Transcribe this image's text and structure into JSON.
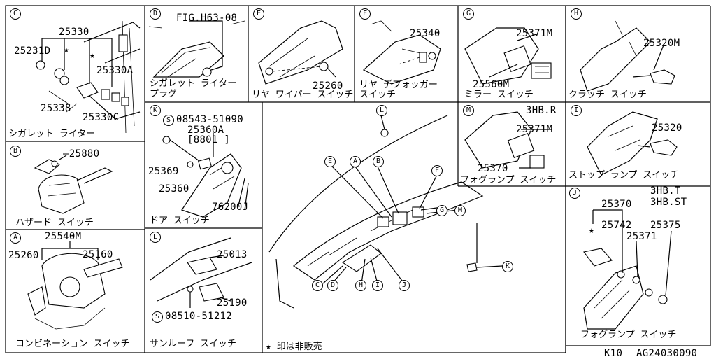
{
  "panels": {
    "C": {
      "letter": "C",
      "caption": "シガレット ライター",
      "parts": [
        "25330",
        "25231D",
        "25330A",
        "25338",
        "25330C"
      ]
    },
    "D": {
      "letter": "D",
      "ref": "FIG.H63-08",
      "caption1": "シガレット ライター",
      "caption2": "プラグ"
    },
    "E": {
      "letter": "E",
      "parts": [
        "25260"
      ],
      "caption": "リヤ ワイパー スイッチ"
    },
    "F": {
      "letter": "F",
      "parts": [
        "25340"
      ],
      "caption1": "リヤ デフォッガー",
      "caption2": "スイッチ"
    },
    "G": {
      "letter": "G",
      "parts": [
        "25371M",
        "25560M"
      ],
      "caption": "ミラー スイッチ"
    },
    "H": {
      "letter": "H",
      "parts": [
        "25320M"
      ],
      "caption": "クラッチ スイッチ"
    },
    "B": {
      "letter": "B",
      "parts": [
        "25880"
      ],
      "caption": "ハザード スイッチ"
    },
    "K": {
      "letter": "K",
      "screw_mark": "S",
      "screw": "08543-51090",
      "parts": [
        "25360A",
        "[8801    ]",
        "25369",
        "25360",
        "76200J"
      ],
      "caption": "ドア スイッチ"
    },
    "M": {
      "letter": "M",
      "variant": "3HB.R",
      "parts": [
        "25371M",
        "25370"
      ],
      "caption": "フォグランプ スイッチ"
    },
    "I": {
      "letter": "I",
      "parts": [
        "25320"
      ],
      "caption": "ストップ ランプ スイッチ"
    },
    "J": {
      "letter": "J",
      "variant1": "3HB.T",
      "variant2": "3HB.ST",
      "parts": [
        "25370",
        "25742",
        "25375",
        "25371"
      ],
      "caption": "フォグランプ スイッチ"
    },
    "A": {
      "letter": "A",
      "parts": [
        "25540M",
        "25260",
        "25160"
      ],
      "caption": "コンビネーション スイッチ"
    },
    "L": {
      "letter": "L",
      "parts": [
        "25013",
        "25190"
      ],
      "screw_mark": "S",
      "screw": "08510-51212",
      "caption": "サンルーフ スイッチ"
    }
  },
  "center": {
    "markers": [
      "L",
      "E",
      "A",
      "B",
      "F",
      "G",
      "M",
      "K",
      "C",
      "D",
      "H",
      "I",
      "J"
    ],
    "note": "★ 印は非販売"
  },
  "footer": {
    "model": "K10",
    "figure": "AG24030090"
  }
}
